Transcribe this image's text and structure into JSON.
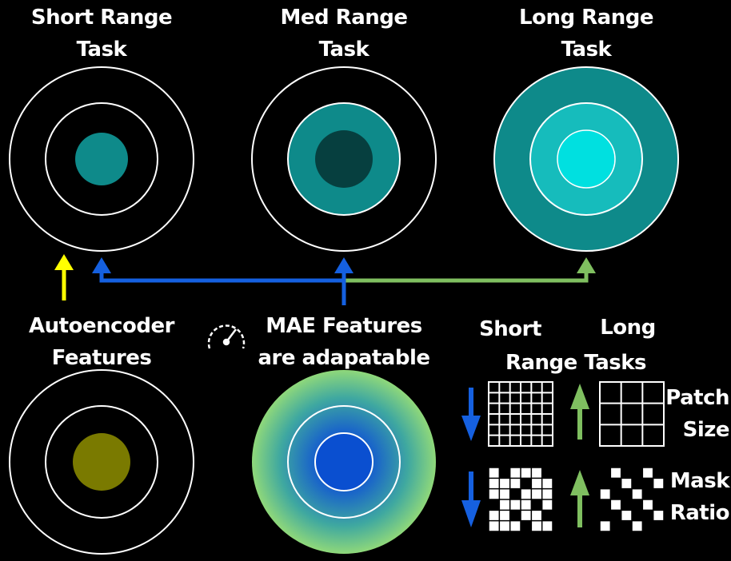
{
  "tasks": {
    "short": {
      "line1": "Short Range",
      "line2": "Task"
    },
    "med": {
      "line1": "Med Range",
      "line2": "Task"
    },
    "long": {
      "line1": "Long Range",
      "line2": "Task"
    }
  },
  "features": {
    "autoencoder": {
      "line1": "Autoencoder",
      "line2": "Features"
    },
    "mae": {
      "line1": "MAE Features",
      "line2": "are adapatable"
    }
  },
  "legend": {
    "short": "Short",
    "long": "Long",
    "range_tasks": "Range Tasks",
    "patch": {
      "line1": "Patch",
      "line2": "Size"
    },
    "mask": {
      "line1": "Mask",
      "line2": "Ratio"
    }
  },
  "colors": {
    "background": "#000000",
    "teal": "#0e8a8a",
    "dark_teal": "#063f3f",
    "cyan": "#00e0e0",
    "olive": "#7a7a00",
    "mae_blue": "#0a4fd0",
    "mae_green": "#7ed07a",
    "arrow_yellow": "#ffff00",
    "arrow_blue": "#1560e0",
    "arrow_green": "#7fbf60"
  },
  "icons": [
    "speedometer-icon",
    "down-arrow-icon",
    "up-arrow-icon",
    "grid-icon",
    "mask-grid-icon"
  ]
}
